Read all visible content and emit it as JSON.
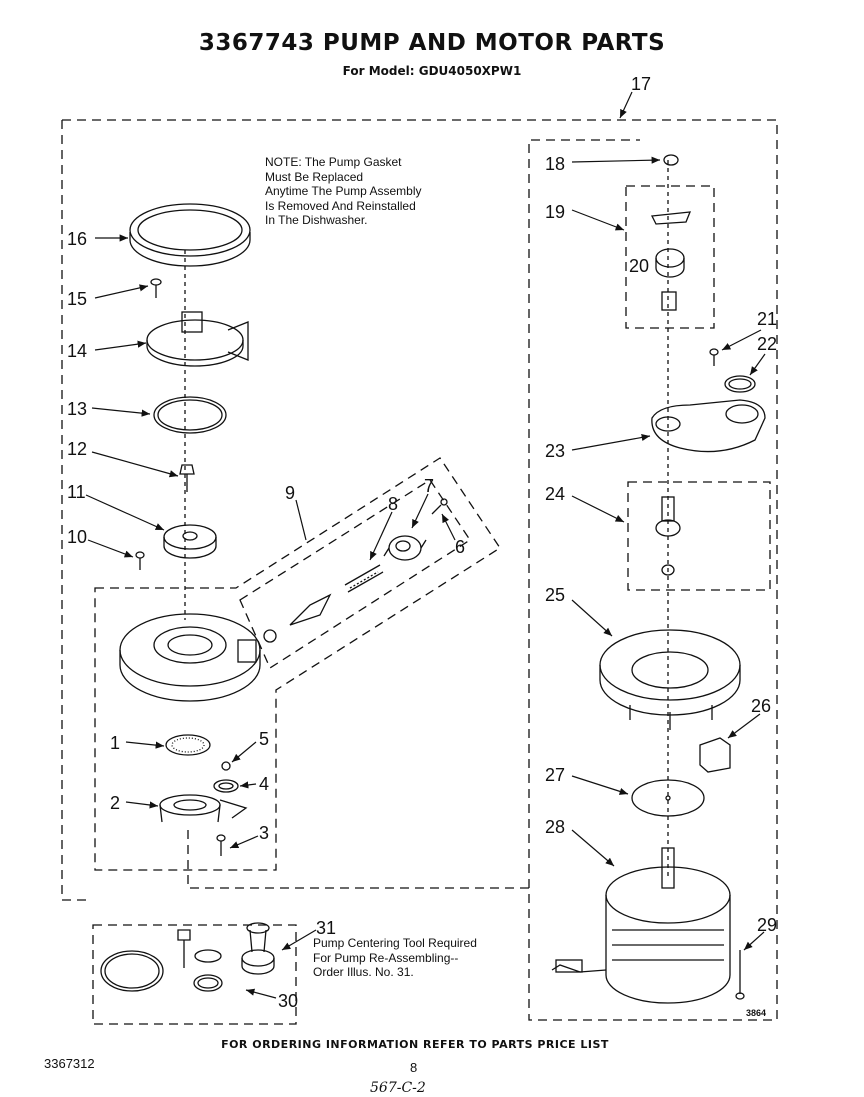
{
  "title": "3367743 PUMP AND MOTOR PARTS",
  "subtitle": "For Model: GDU4050XPW1",
  "note": "NOTE: The Pump Gasket\nMust Be Replaced\nAnytime The Pump Assembly\nIs Removed And Reinstalled\nIn The Dishwasher.",
  "tool_note": "Pump Centering Tool Required\nFor Pump Re-Assembling--\nOrder Illus. No. 31.",
  "diagram_code": "3864",
  "footer": {
    "ordering": "FOR ORDERING INFORMATION REFER TO PARTS PRICE LIST",
    "part_number": "3367312",
    "page_number": "8",
    "handwritten": "567-C-2"
  },
  "callouts": {
    "c1": "1",
    "c2": "2",
    "c3": "3",
    "c4": "4",
    "c5": "5",
    "c6": "6",
    "c7": "7",
    "c8": "8",
    "c9": "9",
    "c10": "10",
    "c11": "11",
    "c12": "12",
    "c13": "13",
    "c14": "14",
    "c15": "15",
    "c16": "16",
    "c17": "17",
    "c18": "18",
    "c19": "19",
    "c20": "20",
    "c21": "21",
    "c22": "22",
    "c23": "23",
    "c24": "24",
    "c25": "25",
    "c26": "26",
    "c27": "27",
    "c28": "28",
    "c29": "29",
    "c30": "30",
    "c31": "31"
  }
}
